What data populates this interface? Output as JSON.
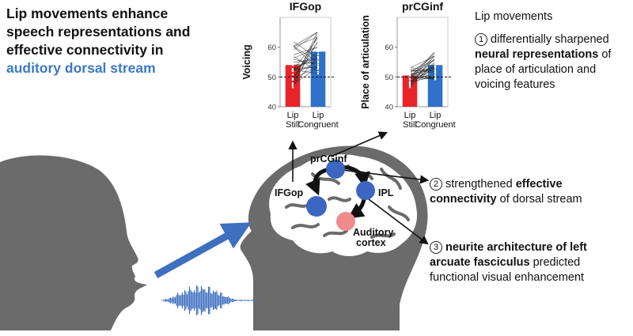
{
  "title": {
    "line1": "Lip movements enhance",
    "line2": "speech representations and",
    "line3": "effective connectivity in",
    "line4": "auditory dorsal stream"
  },
  "findings": {
    "heading": "Lip movements",
    "f1": {
      "num": "1",
      "pre": "differentially sharpened ",
      "bold": "neural representations",
      "post": " of place of articulation and voicing features"
    },
    "f2": {
      "num": "2",
      "pre": "strengthened ",
      "bold": "effective connectivity",
      "post": " of dorsal stream"
    },
    "f3": {
      "num": "3",
      "bold": "neurite architecture of left arcuate fasciculus",
      "post": " predicted functional visual enhancement"
    }
  },
  "brain_regions": {
    "prcginf": "prCGinf",
    "ifgop": "IFGop",
    "ipl": "IPL",
    "auditory_1": "Auditory",
    "auditory_2": "cortex"
  },
  "colors": {
    "silhouette": "#6b6b6b",
    "node_blue": "#3b66c2",
    "node_red": "#f08b8b",
    "bar_red": "#e8242b",
    "bar_blue": "#2f72c9",
    "arrow_blue": "#3e6fc0",
    "title_blue": "#3d78c4"
  },
  "chart_data": [
    {
      "type": "bar",
      "title": "IFGop",
      "ylabel": "Voicing",
      "categories": [
        "Lip Still",
        "Lip Congruent"
      ],
      "category_lines": [
        [
          "Lip",
          "Still"
        ],
        [
          "Lip",
          "Congruent"
        ]
      ],
      "values": [
        54,
        58.5
      ],
      "ylim": [
        40,
        70
      ],
      "yticks": [
        40,
        50,
        60
      ],
      "chance_line": 50,
      "series_colors": [
        "#e8242b",
        "#2f72c9"
      ]
    },
    {
      "type": "bar",
      "title": "prCGinf",
      "ylabel": "Place of articulation",
      "categories": [
        "Lip Still",
        "Lip Congruent"
      ],
      "category_lines": [
        [
          "Lip",
          "Still"
        ],
        [
          "Lip",
          "Congruent"
        ]
      ],
      "values": [
        50.5,
        54
      ],
      "ylim": [
        40,
        70
      ],
      "yticks": [
        40,
        50,
        60
      ],
      "chance_line": 50,
      "series_colors": [
        "#e8242b",
        "#2f72c9"
      ]
    }
  ]
}
